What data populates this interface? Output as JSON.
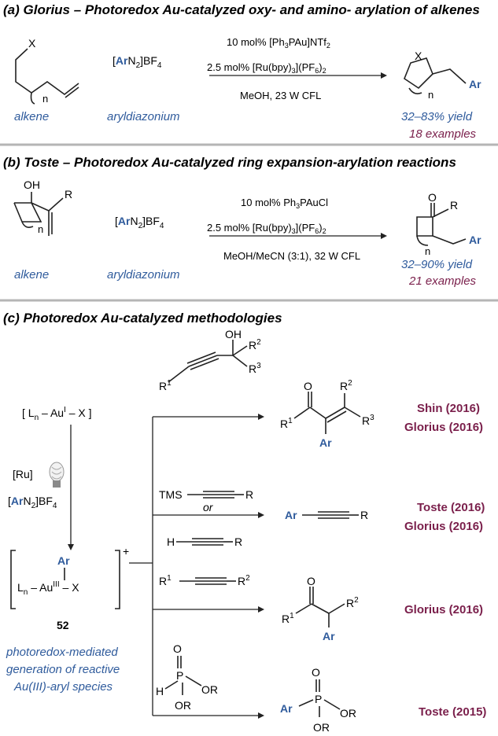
{
  "panel_a": {
    "title": "(a) Glorius – Photoredox Au-catalyzed oxy- and amino- arylation of alkenes",
    "alkene_x": "X",
    "alkene_n": "n",
    "reagent_ar": "Ar",
    "reagent_n2": "N",
    "reagent_2": "2",
    "reagent_bf4": "]BF",
    "reagent_4": "4",
    "cond1": "10 mol% [Ph3PAu]NTf2",
    "cond2": "2.5 mol% [Ru(bpy)3](PF6)2",
    "cond3": "MeOH, 23 W CFL",
    "product_x": "X",
    "product_n": "n",
    "product_ar": "Ar",
    "label_alkene": "alkene",
    "label_aryldiazonium": "aryldiazonium",
    "yield": "32–83% yield",
    "examples": "18 examples"
  },
  "panel_b": {
    "title": "(b) Toste – Photoredox Au-catalyzed ring expansion-arylation reactions",
    "oh": "OH",
    "r": "R",
    "n": "n",
    "reagent_ar": "Ar",
    "cond1": "10 mol% Ph3PAuCl",
    "cond2": "2.5 mol% [Ru(bpy)3](PF6)2",
    "cond3": "MeOH/MeCN (3:1), 32 W CFL",
    "product_o": "O",
    "product_r": "R",
    "product_ar": "Ar",
    "product_n": "n",
    "label_alkene": "alkene",
    "label_aryldiazonium": "aryldiazonium",
    "yield": "32–90% yield",
    "examples": "21 examples"
  },
  "panel_c": {
    "title": "(c) Photoredox Au-catalyzed methodologies",
    "catalyst_L": "L",
    "catalyst_n": "n",
    "catalyst_Au": "Au",
    "catalyst_I": "I",
    "catalyst_X": "X",
    "ru": "[Ru]",
    "reagent_ar": "Ar",
    "intermediate_ar": "Ar",
    "intermediate_Au": "Au",
    "intermediate_III": "III",
    "intermediate_X": "X",
    "intermediate_charge": "+",
    "compound_number": "52",
    "caption_line1": "photoredox-mediated",
    "caption_line2": "generation of reactive",
    "caption_line3": "Au(III)-aryl species",
    "r1_oh": "OH",
    "r1_r1": "R",
    "r1_r2": "R",
    "r1_r3": "R",
    "p1_o": "O",
    "p1_ar": "Ar",
    "ref1a": "Shin (2016)",
    "ref1b": "Glorius (2016)",
    "tms": "TMS",
    "r2_r": "R",
    "or": "or",
    "h": "H",
    "r2b_r": "R",
    "p2_ar": "Ar",
    "p2_r": "R",
    "ref2a": "Toste (2016)",
    "ref2b": "Glorius (2016)",
    "r3_r1": "R",
    "r3_r2": "R",
    "p3_o": "O",
    "p3_r1": "R",
    "p3_r2": "R",
    "p3_ar": "Ar",
    "ref3": "Glorius (2016)",
    "r4_o": "O",
    "r4_p": "P",
    "r4_h": "H",
    "r4_or1": "OR",
    "r4_or2": "OR",
    "p4_o": "O",
    "p4_p": "P",
    "p4_ar": "Ar",
    "p4_or1": "OR",
    "p4_or2": "OR",
    "ref4": "Toste (2015)"
  }
}
